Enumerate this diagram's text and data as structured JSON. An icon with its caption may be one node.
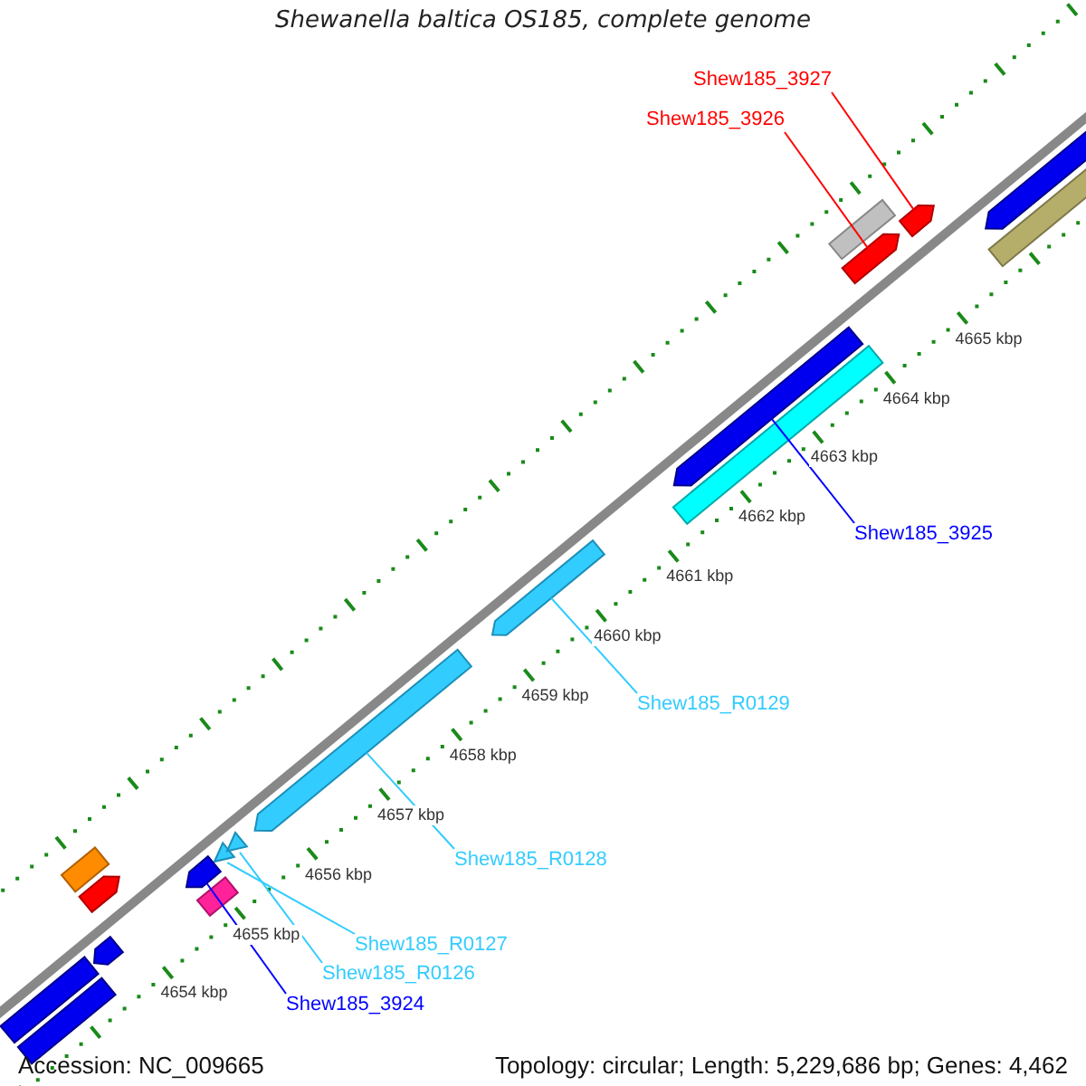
{
  "diagram": {
    "title": "Shewanella baltica OS185, complete genome",
    "nodes": [
      {
        "text": [
          "Shew185_3927"
        ]
      },
      {
        "text": [
          "Shew185_3926"
        ]
      },
      {
        "text": [
          "Shew185_3925"
        ]
      },
      {
        "text": [
          "Shew185_R0129"
        ]
      },
      {
        "text": [
          "Shew185_R0128"
        ]
      },
      {
        "text": [
          "Shew185_R0127"
        ]
      },
      {
        "text": [
          "Shew185_R0126"
        ]
      },
      {
        "text": [
          "Shew185_3924"
        ]
      },
      {
        "text": [],
        "shape": "bar"
      },
      {
        "text": [],
        "shape": "bar"
      },
      {
        "text": [],
        "shape": "bar"
      },
      {
        "text": [],
        "shape": "bar"
      },
      {
        "text": [],
        "shape": "bar"
      },
      {
        "text": [],
        "shape": "triangle"
      },
      {
        "text": [],
        "shape": "triangle"
      },
      {
        "text": [],
        "shape": "bar"
      },
      {
        "text": [],
        "shape": "bar"
      },
      {
        "text": [],
        "shape": "bar"
      },
      {
        "text": [],
        "shape": "bar"
      },
      {
        "text": [],
        "shape": "bar"
      },
      {
        "text": [],
        "shape": "bar"
      },
      {
        "text": [],
        "shape": "bar"
      },
      {
        "text": [],
        "shape": "bar"
      },
      {
        "text": [],
        "shape": "bar"
      },
      {
        "text": [],
        "shape": "bar"
      },
      {
        "text": [],
        "shape": "bar"
      }
    ],
    "edges": [
      {
        "from": 0,
        "to": 8,
        "arrow": "none",
        "color": "#ff0000"
      },
      {
        "from": 1,
        "to": 9,
        "arrow": "none",
        "color": "#ff0000"
      },
      {
        "from": 2,
        "to": 10,
        "arrow": "none",
        "color": "#0000ff"
      },
      {
        "from": 3,
        "to": 11,
        "arrow": "none"
      },
      {
        "from": 4,
        "to": 12,
        "arrow": "none"
      },
      {
        "from": 5,
        "to": 13,
        "arrow": "none"
      },
      {
        "from": 6,
        "to": 14,
        "arrow": "none"
      },
      {
        "from": 7,
        "to": 15,
        "arrow": "none",
        "color": "#0000ff"
      }
    ],
    "labels": [
      "4665 kbp",
      "4664 kbp",
      "4663 kbp",
      "4662 kbp",
      "4661 kbp",
      "4660 kbp",
      "4659 kbp",
      "4658 kbp",
      "4657 kbp",
      "4656 kbp",
      "4655 kbp",
      "4654 kbp",
      "Accession: NC_009665",
      "Topology: circular; Length: 5,229,686 bp; Genes: 4,462"
    ]
  }
}
